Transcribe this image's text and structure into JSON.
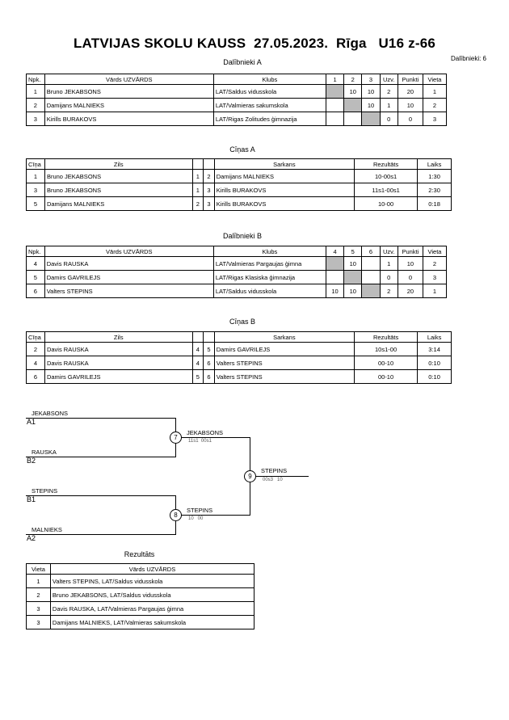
{
  "title": "LATVIJAS SKOLU KAUSS  27.05.2023.  Rīga   U16 z-66",
  "participant_count": "Dalībnieki: 6",
  "pool_a": {
    "heading": "Dalībnieki A",
    "headers": [
      "Npk.",
      "Vārds UZVĀRDS",
      "Klubs",
      "1",
      "2",
      "3",
      "Uzv.",
      "Punkti",
      "Vieta"
    ],
    "rows": [
      {
        "npk": "1",
        "name": "Bruno JEKABSONS",
        "club": "LAT/Saldus vidusskola",
        "s1": "",
        "s2": "10",
        "s3": "10",
        "wins": "2",
        "points": "20",
        "place": "1"
      },
      {
        "npk": "2",
        "name": "Damijans MALNIEKS",
        "club": "LAT/Valmieras sakumskola",
        "s1": "",
        "s2": "",
        "s3": "10",
        "wins": "1",
        "points": "10",
        "place": "2"
      },
      {
        "npk": "3",
        "name": "Kirills BURAKOVS",
        "club": "LAT/Rigas Zolitudes ģimnazija",
        "s1": "",
        "s2": "",
        "s3": "",
        "wins": "0",
        "points": "0",
        "place": "3"
      }
    ]
  },
  "fights_a": {
    "heading": "Cīņas A",
    "headers": [
      "Cīņa",
      "Zils",
      "Sarkans",
      "Rezultāts",
      "Laiks"
    ],
    "rows": [
      {
        "num": "1",
        "blue": "Bruno JEKABSONS",
        "bn": "1",
        "rn": "2",
        "red": "Damijans MALNIEKS",
        "result": "10-00s1",
        "time": "1:30"
      },
      {
        "num": "3",
        "blue": "Bruno JEKABSONS",
        "bn": "1",
        "rn": "3",
        "red": "Kirills BURAKOVS",
        "result": "11s1-00s1",
        "time": "2:30"
      },
      {
        "num": "5",
        "blue": "Damijans MALNIEKS",
        "bn": "2",
        "rn": "3",
        "red": "Kirills BURAKOVS",
        "result": "10-00",
        "time": "0:18"
      }
    ]
  },
  "pool_b": {
    "heading": "Dalībnieki B",
    "headers": [
      "Npk.",
      "Vārds UZVĀRDS",
      "Klubs",
      "4",
      "5",
      "6",
      "Uzv.",
      "Punkti",
      "Vieta"
    ],
    "rows": [
      {
        "npk": "4",
        "name": "Davis RAUSKA",
        "club": "LAT/Valmieras Pargaujas ģimna",
        "s1": "",
        "s2": "10",
        "s3": "",
        "wins": "1",
        "points": "10",
        "place": "2"
      },
      {
        "npk": "5",
        "name": "Damirs GAVRILEJS",
        "club": "LAT/Rigas Klasiska ģimnazija",
        "s1": "",
        "s2": "",
        "s3": "",
        "wins": "0",
        "points": "0",
        "place": "3"
      },
      {
        "npk": "6",
        "name": "Valters STEPINS",
        "club": "LAT/Saldus vidusskola",
        "s1": "10",
        "s2": "10",
        "s3": "",
        "wins": "2",
        "points": "20",
        "place": "1"
      }
    ]
  },
  "fights_b": {
    "heading": "Cīņas B",
    "headers": [
      "Cīņa",
      "Zils",
      "Sarkans",
      "Rezultāts",
      "Laiks"
    ],
    "rows": [
      {
        "num": "2",
        "blue": "Davis RAUSKA",
        "bn": "4",
        "rn": "5",
        "red": "Damirs GAVRILEJS",
        "result": "10s1-00",
        "time": "3:14"
      },
      {
        "num": "4",
        "blue": "Davis RAUSKA",
        "bn": "4",
        "rn": "6",
        "red": "Valters STEPINS",
        "result": "00-10",
        "time": "0:10"
      },
      {
        "num": "6",
        "blue": "Damirs GAVRILEJS",
        "bn": "5",
        "rn": "6",
        "red": "Valters STEPINS",
        "result": "00-10",
        "time": "0:10"
      }
    ]
  },
  "bracket": {
    "sf1_top_name": "JEKABSONS",
    "sf1_top_slot": "A1",
    "sf1_bot_name": "RAUSKA",
    "sf1_bot_slot": "B2",
    "sf2_top_name": "STEPINS",
    "sf2_top_slot": "B1",
    "sf2_bot_name": "MALNIEKS",
    "sf2_bot_slot": "A2",
    "m7_num": "7",
    "m7_winner": "JEKABSONS",
    "m7_score": "11s1  00s1",
    "m8_num": "8",
    "m8_winner": "STEPINS",
    "m8_score": "10   00",
    "m9_num": "9",
    "m9_winner": "STEPINS",
    "m9_score": "00s3   10"
  },
  "results": {
    "heading": "Rezultāts",
    "headers": [
      "Vieta",
      "Vārds UZVĀRDS"
    ],
    "rows": [
      {
        "place": "1",
        "name": "Valters STEPINS, LAT/Saldus vidusskola"
      },
      {
        "place": "2",
        "name": "Bruno JEKABSONS, LAT/Saldus vidusskola"
      },
      {
        "place": "3",
        "name": "Davis RAUSKA, LAT/Valmieras Pargaujas ģimna"
      },
      {
        "place": "3",
        "name": "Damijans MALNIEKS, LAT/Valmieras sakumskola"
      }
    ]
  }
}
